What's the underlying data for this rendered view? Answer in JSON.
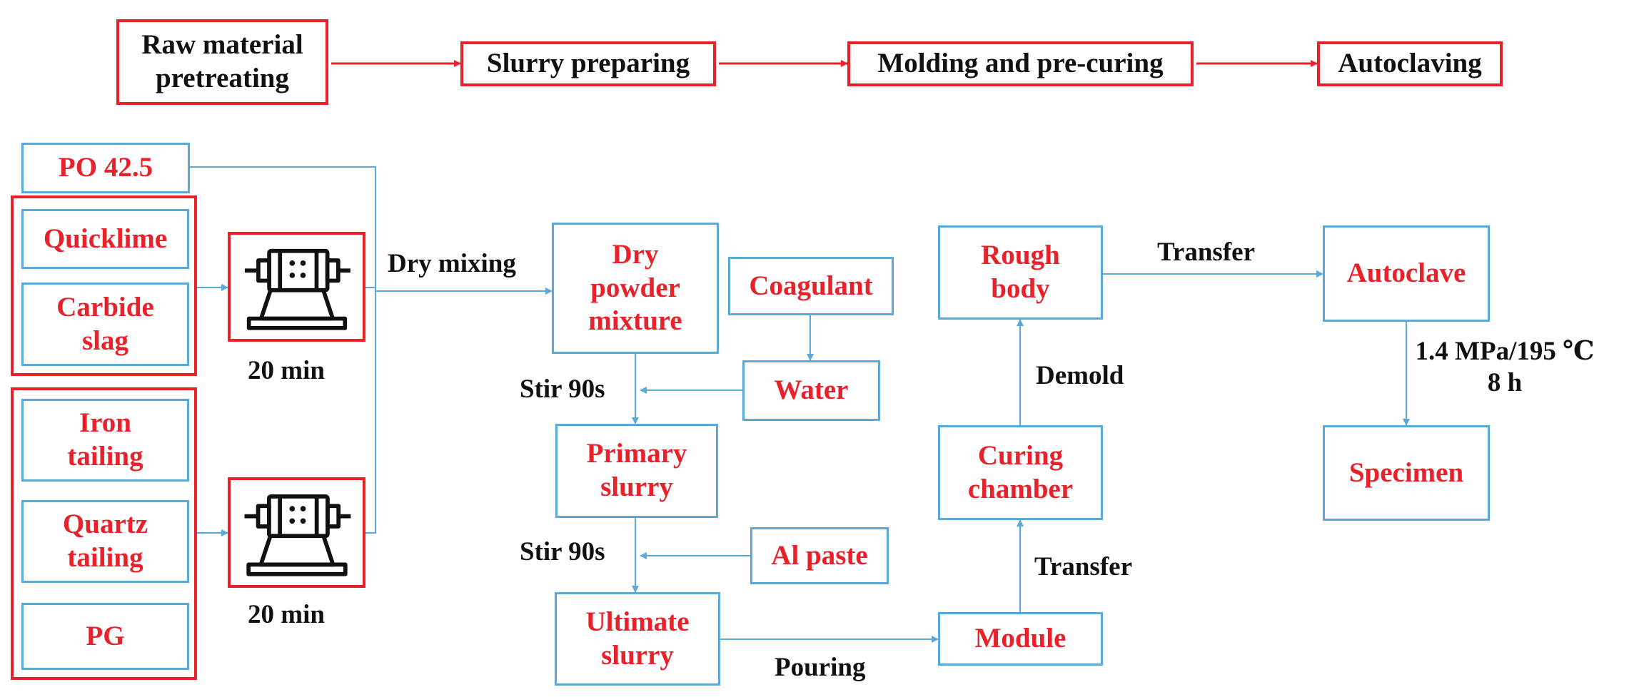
{
  "stages": [
    {
      "id": "pretreat",
      "label": "Raw material\npretreating"
    },
    {
      "id": "slurry",
      "label": "Slurry preparing"
    },
    {
      "id": "molding",
      "label": "Molding and pre-curing"
    },
    {
      "id": "autoclaving",
      "label": "Autoclaving"
    }
  ],
  "materials": {
    "po": "PO 42.5",
    "quicklime": "Quicklime",
    "carbide_slag": "Carbide\nslag",
    "iron_tailing": "Iron\ntailing",
    "quartz_tailing": "Quartz\ntailing",
    "pg": "PG"
  },
  "process": {
    "dry_powder": "Dry\npowder\nmixture",
    "coagulant": "Coagulant",
    "water": "Water",
    "primary_slurry": "Primary\nslurry",
    "al_paste": "Al paste",
    "ultimate_slurry": "Ultimate\nslurry",
    "module": "Module",
    "curing_chamber": "Curing\nchamber",
    "rough_body": "Rough\nbody",
    "autoclave": "Autoclave",
    "specimen": "Specimen"
  },
  "labels": {
    "mill_time_top": "20 min",
    "mill_time_bottom": "20 min",
    "dry_mixing": "Dry mixing",
    "stir_1": "Stir 90s",
    "stir_2": "Stir 90s",
    "pouring": "Pouring",
    "transfer_up": "Transfer",
    "demold": "Demold",
    "transfer_top": "Transfer",
    "autoclave_condition": "1.4 MPa/195 ℃\n8 h"
  },
  "icons": {
    "mill": "ball-mill-icon"
  },
  "colors": {
    "stage_border": "#e8212a",
    "node_border": "#5aa9d9",
    "node_text": "#e8212a",
    "stage_arrow": "#e8212a",
    "flow_arrow": "#5aa9d9",
    "label_text": "#111111"
  }
}
